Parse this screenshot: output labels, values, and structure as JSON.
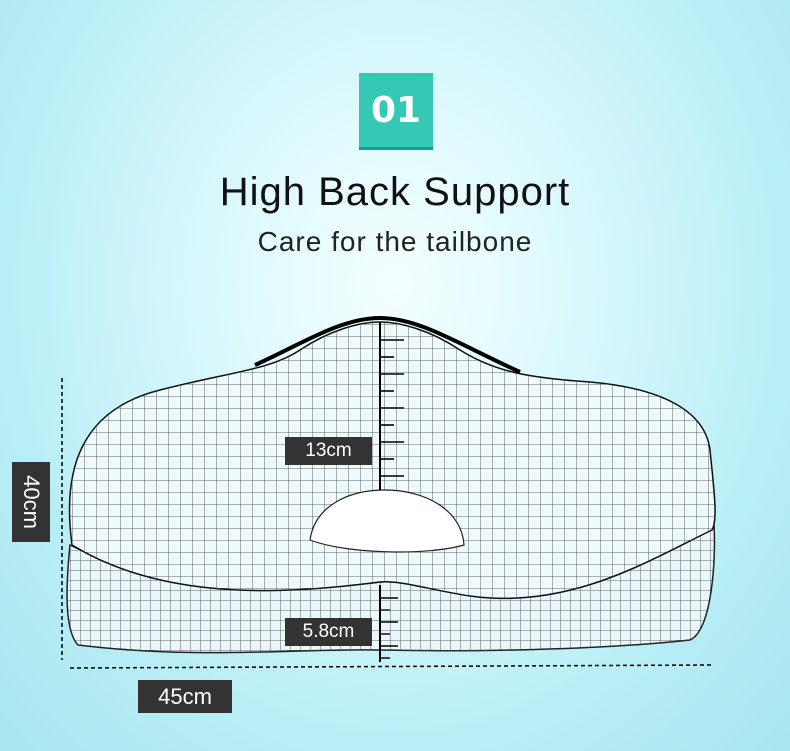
{
  "badge": {
    "number": "01"
  },
  "heading": {
    "title": "High Back Support",
    "subtitle": "Care for the tailbone"
  },
  "dimensions": {
    "back_height": "13cm",
    "base_height": "5.8cm",
    "width": "45cm",
    "depth": "40cm"
  },
  "colors": {
    "badge": "#35c9b5",
    "label_bg": "#333333",
    "background": "#c8f2f8"
  }
}
